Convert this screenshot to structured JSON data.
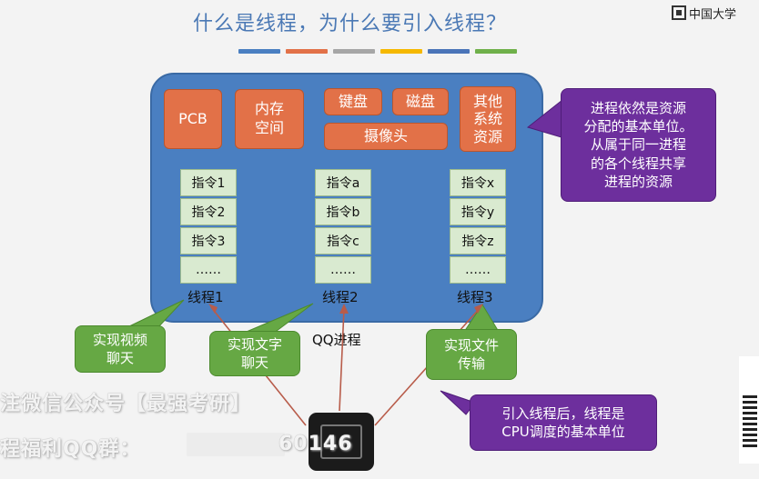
{
  "title": "什么是线程，为什么要引入线程？",
  "logo_text": "中国大学",
  "colors": {
    "title": "#4b79b5",
    "process_fill": "#4a7fc1",
    "resource_fill": "#e27148",
    "instruction_fill": "#d9ead0",
    "purple_callout": "#6d2f9d",
    "green_callout": "#66a844",
    "arrow": "#b85c4a",
    "title_bars": [
      "#4a7fc1",
      "#e27148",
      "#a6a6a6",
      "#f5b800",
      "#4a74b8",
      "#6fb04a"
    ]
  },
  "resources": {
    "pcb": "PCB",
    "memory": "内存\n空间",
    "keyboard": "键盘",
    "disk": "磁盘",
    "camera": "摄像头",
    "other": "其他\n系统\n资源"
  },
  "threads": [
    {
      "label": "线程1",
      "instructions": [
        "指令1",
        "指令2",
        "指令3",
        "……"
      ]
    },
    {
      "label": "线程2",
      "instructions": [
        "指令a",
        "指令b",
        "指令c",
        "……"
      ]
    },
    {
      "label": "线程3",
      "instructions": [
        "指令x",
        "指令y",
        "指令z",
        "……"
      ]
    }
  ],
  "process_label": "QQ进程",
  "callouts": {
    "resource_unit": "进程依然是资源\n分配的基本单位。\n从属于同一进程\n的各个线程共享\n进程的资源",
    "scheduling_unit": "引入线程后，线程是\nCPU调度的基本单位"
  },
  "thread_tasks": [
    "实现视频\n聊天",
    "实现文字\n聊天",
    "实现文件\n传输"
  ],
  "watermark": {
    "line1": "注微信公众号【最强考研】",
    "line2": "程福利QQ群：",
    "qq_visible": "60146"
  },
  "cpu_icon": "cpu-chip-icon"
}
